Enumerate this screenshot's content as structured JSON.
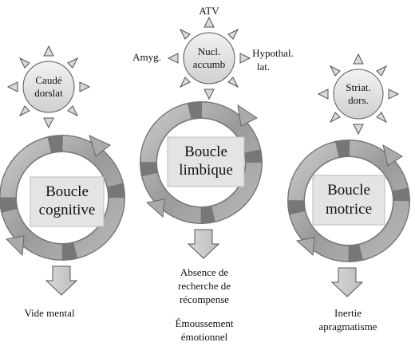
{
  "loops": [
    {
      "id": "cognitive",
      "loop_line1": "Boucle",
      "loop_line2": "cognitive",
      "sun_line1": "Caudé",
      "sun_line2": "dorslat",
      "outcome": [
        "Vide mental"
      ]
    },
    {
      "id": "limbic",
      "loop_line1": "Boucle",
      "loop_line2": "limbique",
      "sun_line1": "Nucl.",
      "sun_line2": "accumb",
      "outcome": [
        "Absence de",
        "recherche de",
        "récompense",
        "",
        "Émoussement",
        "émotionnel"
      ]
    },
    {
      "id": "motor",
      "loop_line1": "Boucle",
      "loop_line2": "motrice",
      "sun_line1": "Striat.",
      "sun_line2": "dors.",
      "outcome": [
        "Inertie",
        "apragmatisme"
      ]
    }
  ],
  "center_extras": {
    "top": "ATV",
    "left": "Amyg.",
    "right_line1": "Hypothal.",
    "right_line2": "lat."
  }
}
